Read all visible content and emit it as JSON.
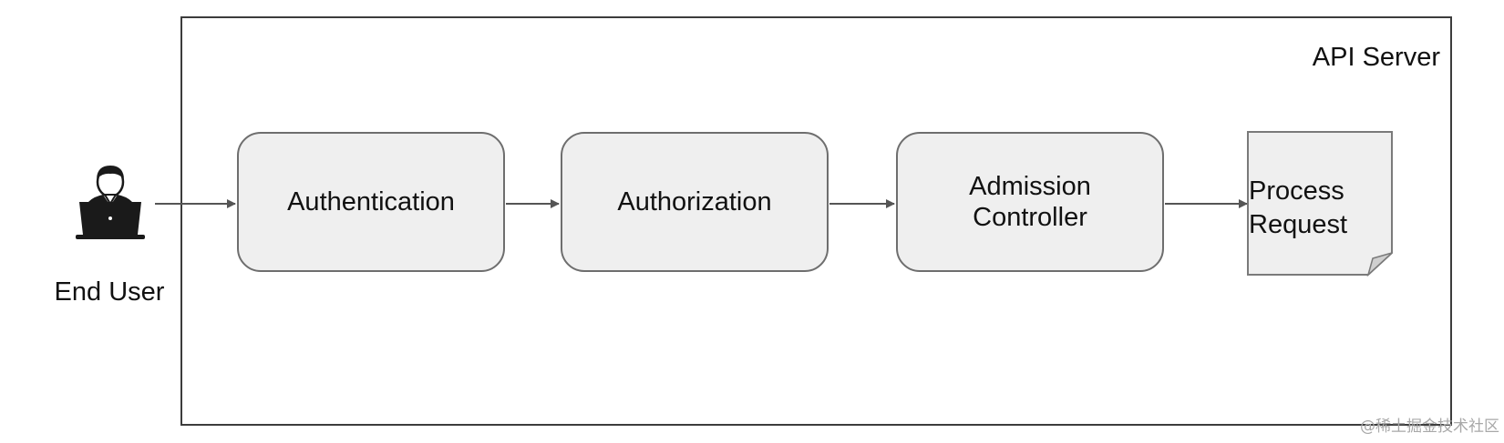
{
  "server": {
    "label": "API Server"
  },
  "actor": {
    "label": "End User",
    "icon": "user-laptop-icon"
  },
  "stages": [
    {
      "label": "Authentication"
    },
    {
      "label": "Authorization"
    },
    {
      "label": "Admission Controller"
    }
  ],
  "result": {
    "line1": "Process",
    "line2": "Request"
  },
  "watermark": "@稀土掘金技术社区",
  "colors": {
    "stage_fill": "#efefef",
    "stage_border": "#6e6e6e",
    "arrow": "#555555",
    "frame": "#3c3c3c"
  }
}
